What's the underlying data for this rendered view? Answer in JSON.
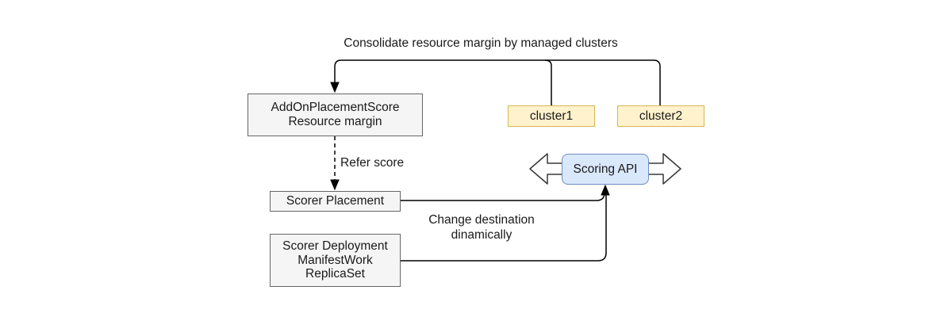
{
  "diagram": {
    "title": "Consolidate resource margin by managed clusters",
    "nodes": {
      "addon": {
        "line1": "AddOnPlacementScore",
        "line2": "Resource margin"
      },
      "cluster1": {
        "label": "cluster1"
      },
      "cluster2": {
        "label": "cluster2"
      },
      "scoring_api": {
        "label": "Scoring API"
      },
      "scorer_placement": {
        "label": "Scorer Placement"
      },
      "scorer_deployment": {
        "line1": "Scorer Deployment",
        "line2": "ManifestWork",
        "line3": "ReplicaSet"
      }
    },
    "edge_labels": {
      "refer_score": "Refer score",
      "change_destination_line1": "Change destination",
      "change_destination_line2": "dinamically"
    },
    "colors": {
      "node_gray_fill": "#f5f5f5",
      "node_gray_border": "#666666",
      "node_yellow_fill": "#fff2cc",
      "node_yellow_border": "#d6b656",
      "node_blue_fill": "#dae8fc",
      "node_blue_border": "#6c8ebf",
      "connector": "#000000",
      "block_arrow_outline": "#383838"
    }
  }
}
